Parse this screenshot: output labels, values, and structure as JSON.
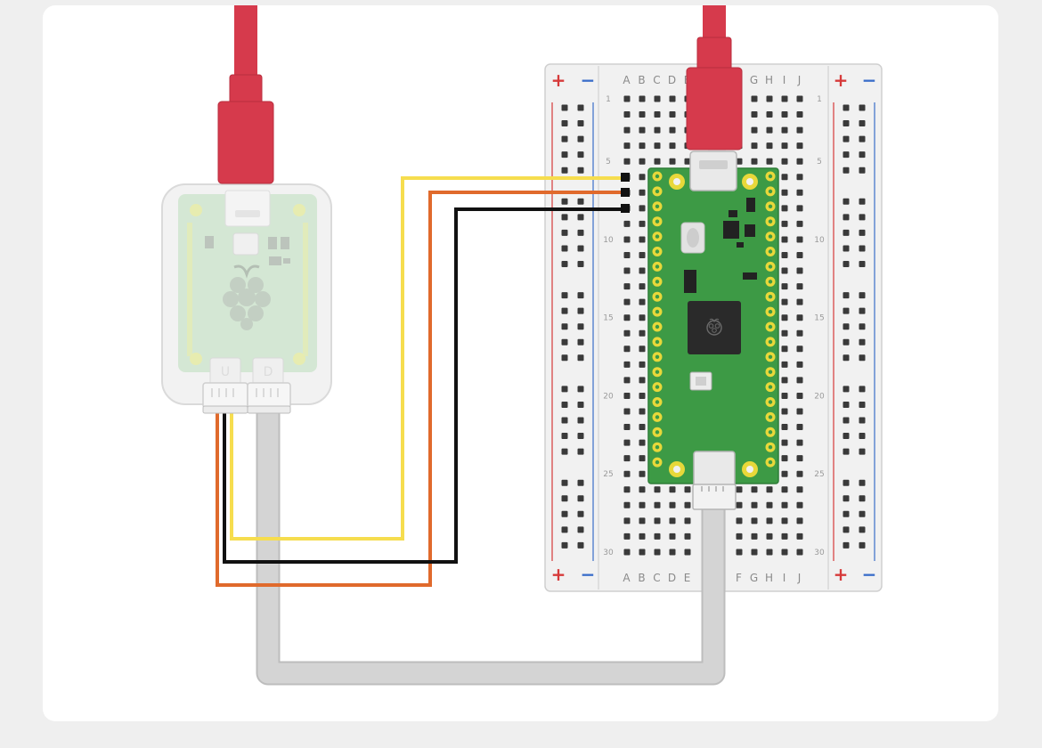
{
  "breadboard": {
    "columns_left": [
      "A",
      "B",
      "C",
      "D",
      "E"
    ],
    "columns_right": [
      "F",
      "G",
      "H",
      "I",
      "J"
    ],
    "row_markers": [
      "1",
      "5",
      "10",
      "15",
      "20",
      "25",
      "30"
    ],
    "rail_plus": "+",
    "rail_minus": "−"
  },
  "debug_probe": {
    "port_u_label": "U",
    "port_d_label": "D"
  },
  "colors": {
    "usb_cable": "#d63a4c",
    "wire_yellow": "#f6dd4e",
    "wire_orange": "#e06a2c",
    "wire_black": "#111111",
    "wire_grey": "#c8c8c8",
    "pico_green": "#3d9a45",
    "pad_gold": "#e8d83a",
    "rail_red": "#d63a3a",
    "rail_blue": "#3a6dc9"
  }
}
